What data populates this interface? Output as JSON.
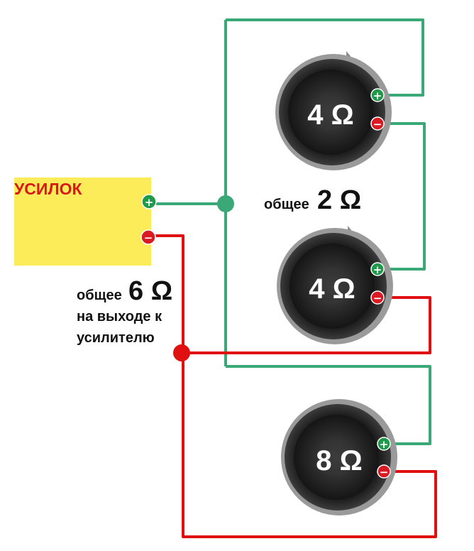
{
  "amplifier": {
    "label": "УСИЛОК",
    "fill": "#fcec5a"
  },
  "colors": {
    "positive_wire": "#3aa877",
    "negative_wire": "#e11010",
    "positive_terminal": "#1f9a4a",
    "negative_terminal": "#d91a22"
  },
  "terminals": {
    "plus": "+",
    "minus": "−"
  },
  "speakers": [
    {
      "label": "4 Ω"
    },
    {
      "label": "4 Ω"
    },
    {
      "label": "8 Ω"
    }
  ],
  "notes": {
    "parallel_prefix": "общее",
    "parallel_value": "2 Ω",
    "total_prefix": "общее",
    "total_value": "6 Ω",
    "total_line2": "на выходе к",
    "total_line3": "усилителю"
  }
}
